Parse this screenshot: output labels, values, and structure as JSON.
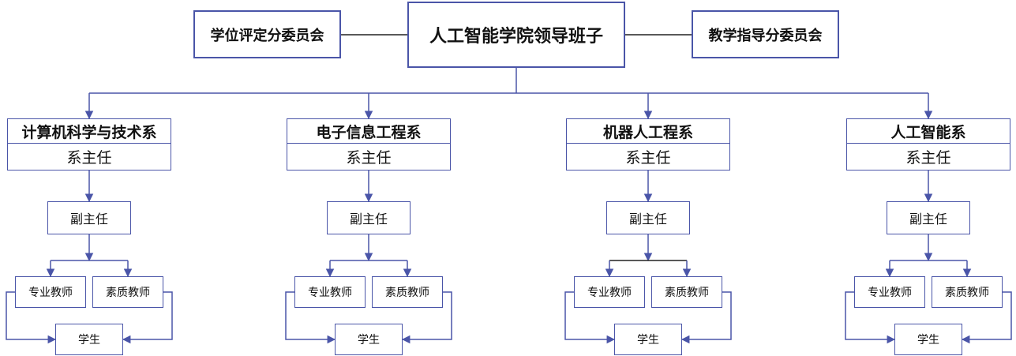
{
  "leadership": {
    "title": "人工智能学院领导班子",
    "left_committee": "学位评定分委员会",
    "right_committee": "教学指导分委员会"
  },
  "departments": [
    {
      "name": "计算机科学与技术系",
      "head": "系主任",
      "deputy": "副主任",
      "teachers": [
        "专业教师",
        "素质教师"
      ],
      "students": "学生"
    },
    {
      "name": "电子信息工程系",
      "head": "系主任",
      "deputy": "副主任",
      "teachers": [
        "专业教师",
        "素质教师"
      ],
      "students": "学生"
    },
    {
      "name": "机器人工程系",
      "head": "系主任",
      "deputy": "副主任",
      "teachers": [
        "专业教师",
        "素质教师"
      ],
      "students": "学生"
    },
    {
      "name": "人工智能系",
      "head": "系主任",
      "deputy": "副主任",
      "teachers": [
        "专业教师",
        "素质教师"
      ],
      "students": "学生"
    }
  ],
  "colors": {
    "line": "#4a55a8",
    "line_dark": "#222222"
  }
}
